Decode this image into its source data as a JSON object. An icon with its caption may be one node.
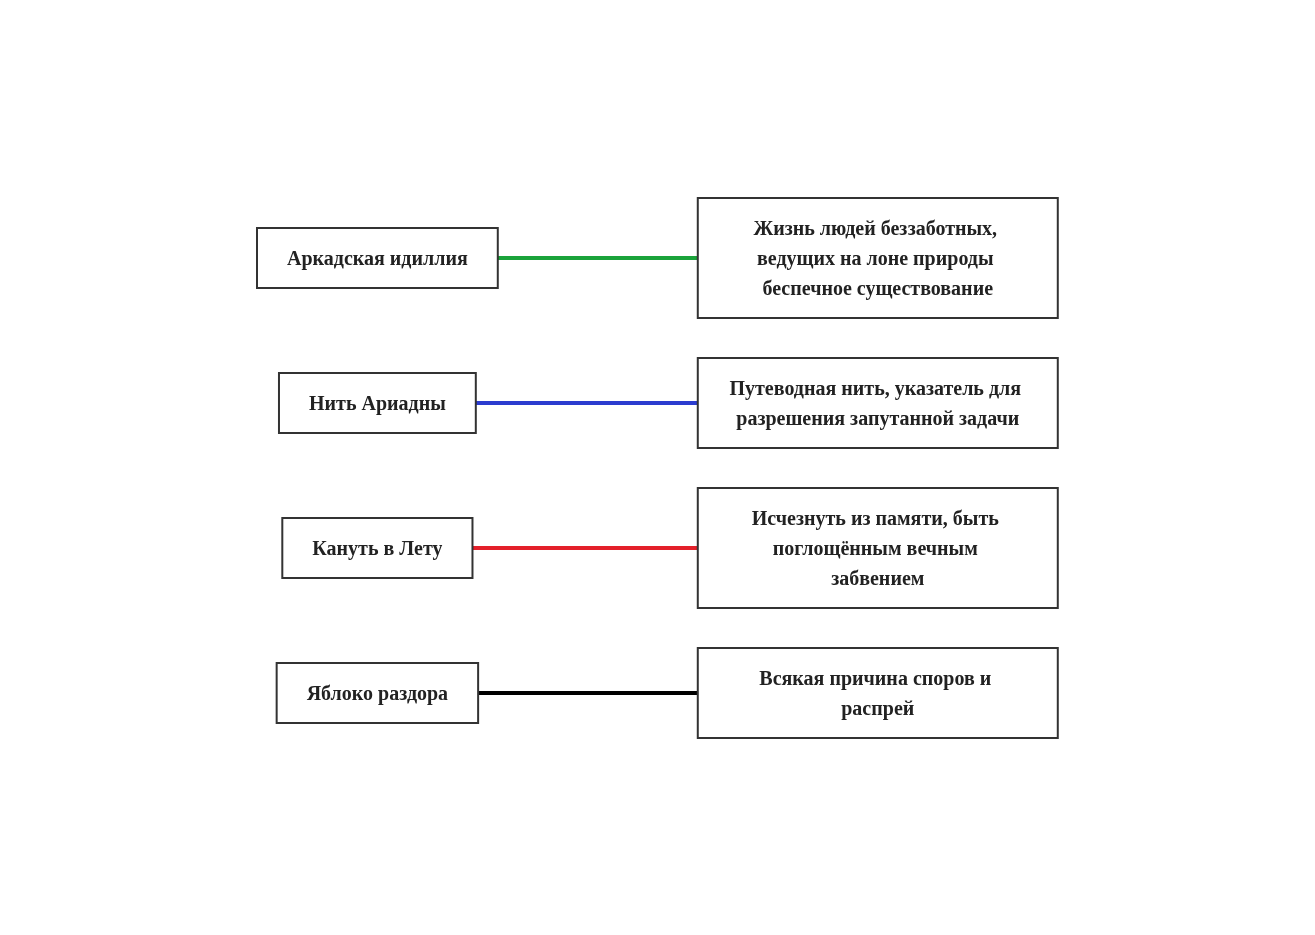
{
  "diagram": {
    "nodes": [
      {
        "text": [
          "Аркадская идиллия"
        ]
      },
      {
        "text": [
          "Нить Ариадны"
        ]
      },
      {
        "text": [
          "Кануть в Лету"
        ]
      },
      {
        "text": [
          "Яблоко раздора"
        ]
      },
      {
        "text": [
          "Путеводная нить, указатель для разрешения запутанной задачи"
        ]
      },
      {
        "text": [
          "Жизнь людей беззаботных, ведущих на лоне природы беспечное существование"
        ]
      },
      {
        "text": [
          "Всякая причина споров и распрей"
        ]
      },
      {
        "text": [
          "Исчезнуть из памяти, быть поглощённым вечным забвением"
        ]
      }
    ],
    "edges": [
      {
        "from": 0,
        "to": 5,
        "arrow": "none",
        "color": "#1aa33a"
      },
      {
        "from": 1,
        "to": 4,
        "arrow": "none",
        "color": "#2b3ccf"
      },
      {
        "from": 2,
        "to": 7,
        "arrow": "none",
        "color": "#e3202a"
      },
      {
        "from": 3,
        "to": 6,
        "arrow": "none",
        "color": "#000000"
      }
    ]
  }
}
